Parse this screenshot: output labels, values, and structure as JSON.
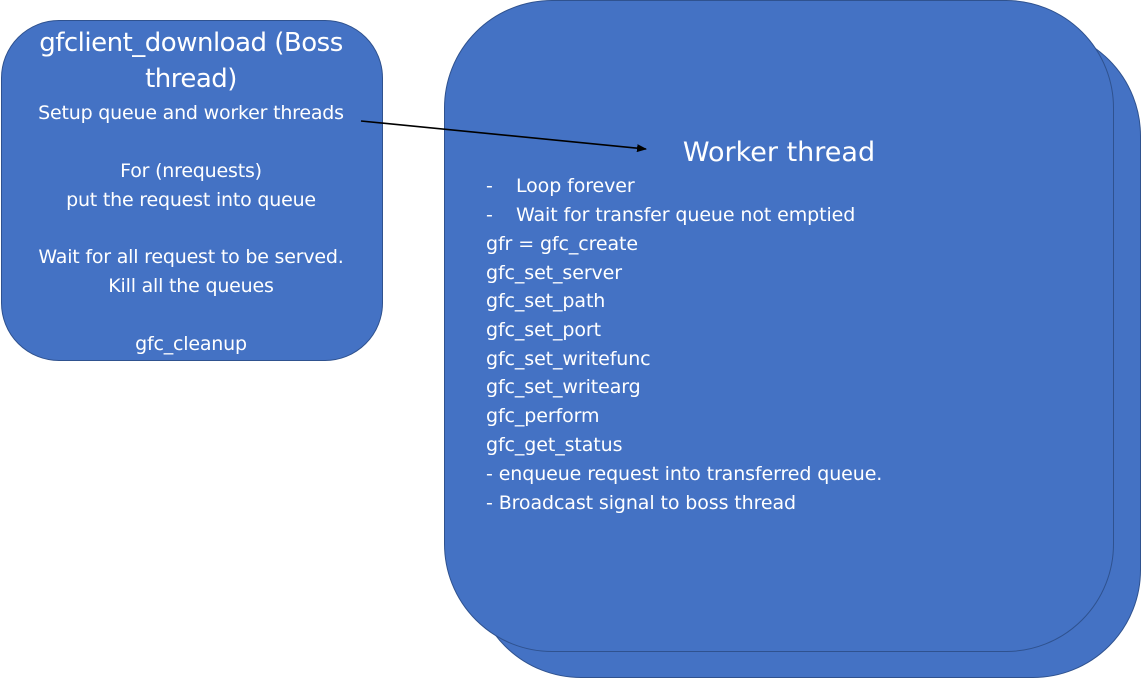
{
  "colors": {
    "box_fill": "#4472c4",
    "box_border": "#2f528f",
    "text": "#ffffff",
    "arrow": "#000000"
  },
  "boss": {
    "title_line1": "gfclient_download (Boss",
    "title_line2": "thread)",
    "lines": [
      "Setup queue and worker threads",
      "For (nrequests)",
      "put the request into queue",
      "Wait for all request to be served.",
      "Kill all the queues",
      "gfc_cleanup"
    ]
  },
  "worker": {
    "title": "Worker thread",
    "bullets": [
      "Loop forever",
      "Wait for transfer queue not emptied"
    ],
    "bullet_marker": "-",
    "lines": [
      "gfr = gfc_create",
      "gfc_set_server",
      "gfc_set_path",
      "gfc_set_port",
      "gfc_set_writefunc",
      "gfc_set_writearg",
      "gfc_perform",
      "gfc_get_status",
      "- enqueue request into transferred queue.",
      "- Broadcast signal to boss thread"
    ]
  }
}
